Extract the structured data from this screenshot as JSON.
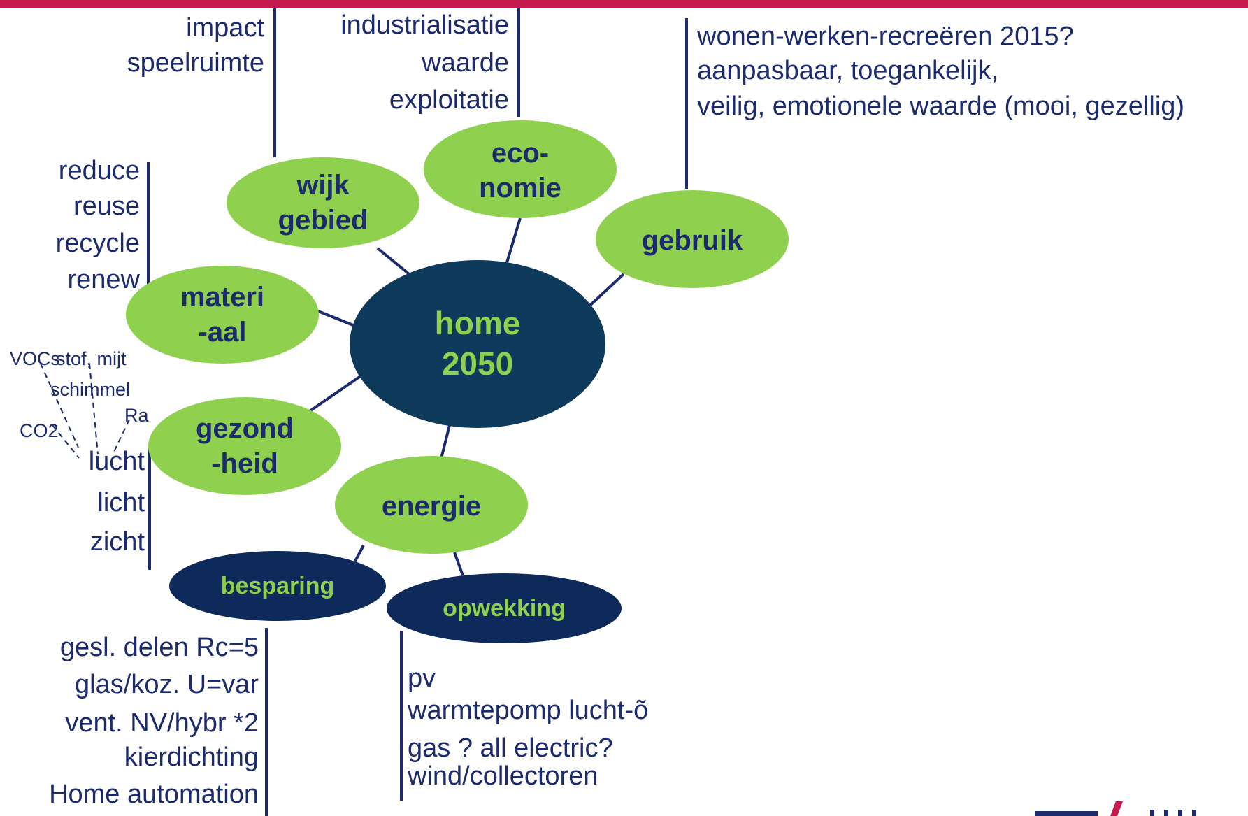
{
  "colors": {
    "top_bar": "#c41a4d",
    "green_node": "#8fd14f",
    "center_node": "#0e3a5c",
    "dark_node": "#0d2a5a",
    "text_dark": "#1c2a6e"
  },
  "nodes": {
    "center": [
      "home",
      "2050"
    ],
    "wijk": [
      "wijk",
      "gebied"
    ],
    "economie": [
      "eco-",
      "nomie"
    ],
    "gebruik": [
      "gebruik"
    ],
    "materiaal": [
      "materi",
      "-aal"
    ],
    "gezondheid": [
      "gezond",
      "-heid"
    ],
    "energie": [
      "energie"
    ],
    "besparing": [
      "besparing"
    ],
    "opwekking": [
      "opwekking"
    ]
  },
  "labels": {
    "wijk": [
      "impact",
      "speelruimte"
    ],
    "economie": [
      "industrialisatie",
      "waarde",
      "exploitatie"
    ],
    "gebruik": [
      "wonen-werken-recreëren 2015?",
      "aanpasbaar, toegankelijk,",
      "veilig, emotionele waarde (mooi, gezellig)"
    ],
    "materiaal": [
      "reduce",
      "reuse",
      "recycle",
      "renew"
    ],
    "gezondheid": [
      "lucht",
      "licht",
      "zicht"
    ],
    "lucht_sub": {
      "vocs": "VOCs",
      "stof": "stof, mijt",
      "schimmel": "schimmel",
      "co2": "CO2",
      "ra": "Ra"
    },
    "besparing": [
      "gesl. delen Rc=5",
      "glas/koz. U=var",
      "vent. NV/hybr *2",
      "kierdichting",
      "Home automation"
    ],
    "opwekking": [
      "pv",
      "warmtepomp lucht-õ",
      "gas ? all electric?",
      "wind/collectoren"
    ]
  }
}
